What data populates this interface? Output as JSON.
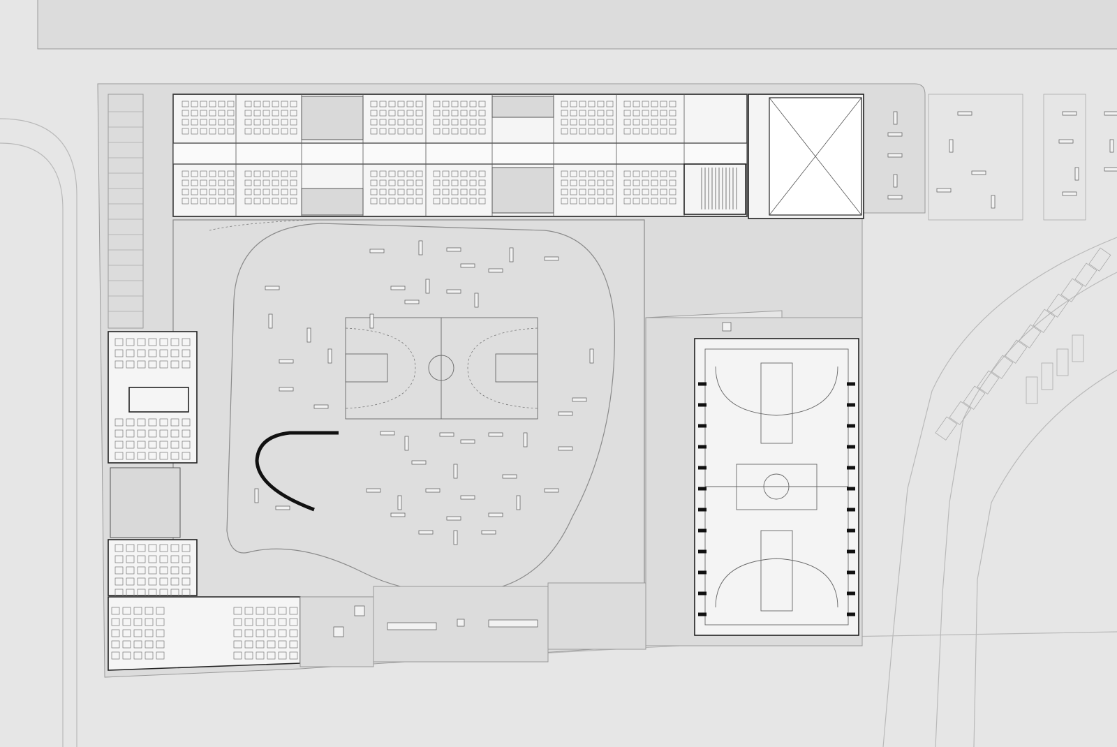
{
  "drawing": {
    "type": "site-plan",
    "colors": {
      "background": "#e8e8e8",
      "wall": "#111111",
      "plaza": "#dedede",
      "rooms": "#f5f5f5"
    },
    "icons": [
      "north-wing",
      "west-wing",
      "sports-hall",
      "playground",
      "basketball-court",
      "parking-lot"
    ]
  }
}
